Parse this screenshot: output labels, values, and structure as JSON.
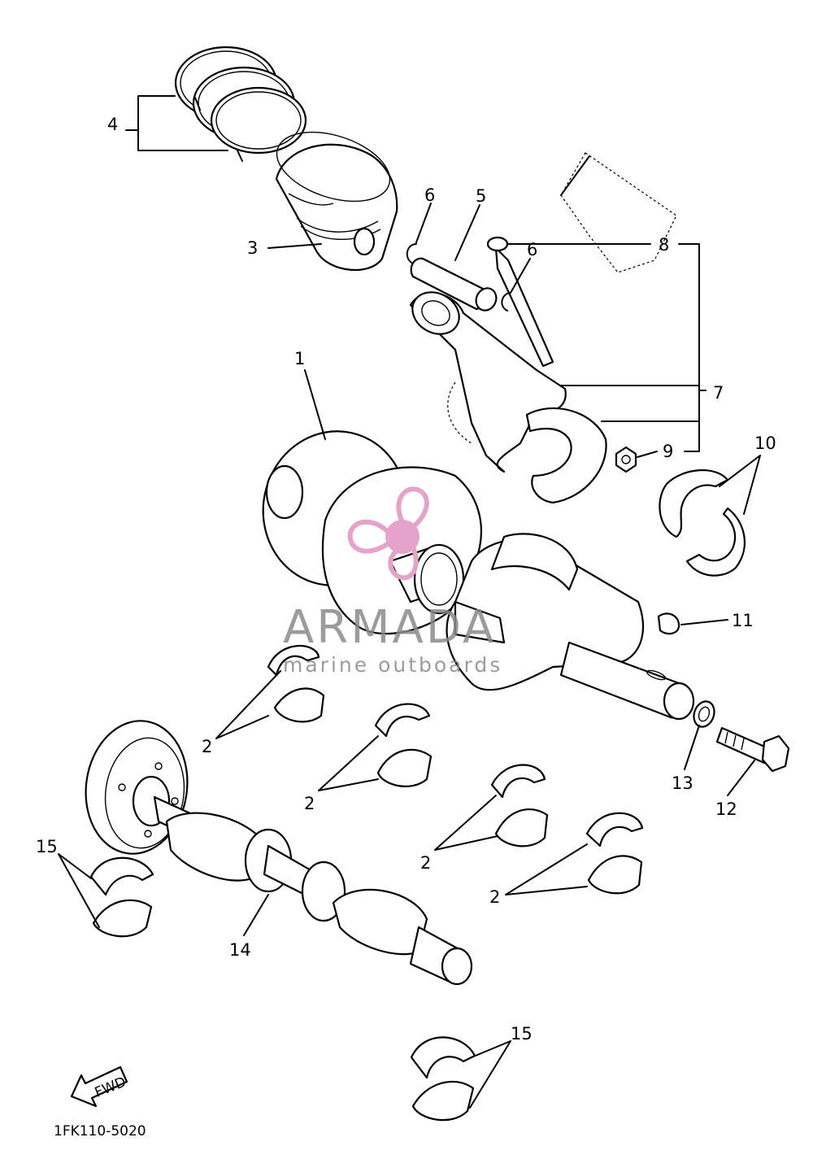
{
  "diagram_code": "1FK110-5020",
  "fwd_label": "FWD",
  "watermark": {
    "brand": "ARMADA",
    "tagline": "marine outboards",
    "pink": "#e4a3c9",
    "gray": "#8a8a8a"
  },
  "callouts": {
    "c1": "1",
    "c2a": "2",
    "c2b": "2",
    "c2c": "2",
    "c2d": "2",
    "c3": "3",
    "c4": "4",
    "c5": "5",
    "c6a": "6",
    "c6b": "6",
    "c7": "7",
    "c8": "8",
    "c9": "9",
    "c10": "10",
    "c11": "11",
    "c12": "12",
    "c13": "13",
    "c14": "14",
    "c15a": "15",
    "c15b": "15"
  }
}
